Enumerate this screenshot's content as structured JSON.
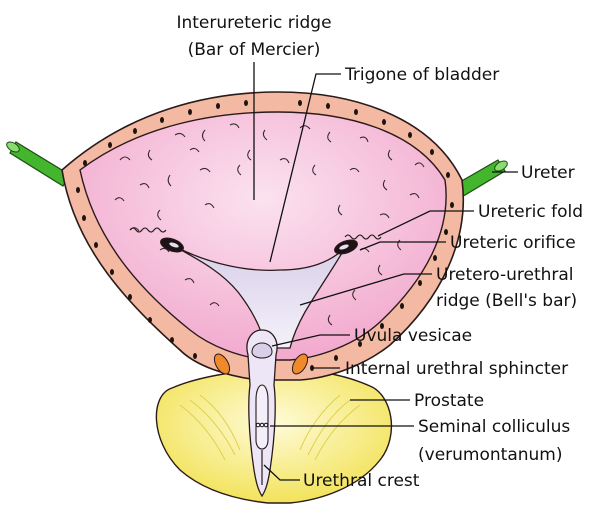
{
  "labels": {
    "interureteric_ridge_line1": "Interureteric ridge",
    "interureteric_ridge_line2": "(Bar of Mercier)",
    "trigone": "Trigone of bladder",
    "ureter": "Ureter",
    "ureteric_fold": "Ureteric fold",
    "ureteric_orifice": "Ureteric orifice",
    "uretero_urethral_line1": "Uretero-urethral",
    "uretero_urethral_line2": "ridge (Bell's bar)",
    "uvula_vesicae": "Uvula vesicae",
    "internal_urethral_sphincter": "Internal urethral sphincter",
    "prostate": "Prostate",
    "seminal_colliculus_line1": "Seminal colliculus",
    "seminal_colliculus_line2": "(verumontanum)",
    "urethral_crest": "Urethral crest"
  },
  "colors": {
    "bladder_wall": "#f3b9a2",
    "bladder_lumen": "#f4bcd9",
    "trigone": "#e9e3f4",
    "ureter": "#44b62e",
    "prostate": "#f5ea78",
    "sphincter": "#ef8a2a",
    "outline": "#2a1a1a"
  }
}
